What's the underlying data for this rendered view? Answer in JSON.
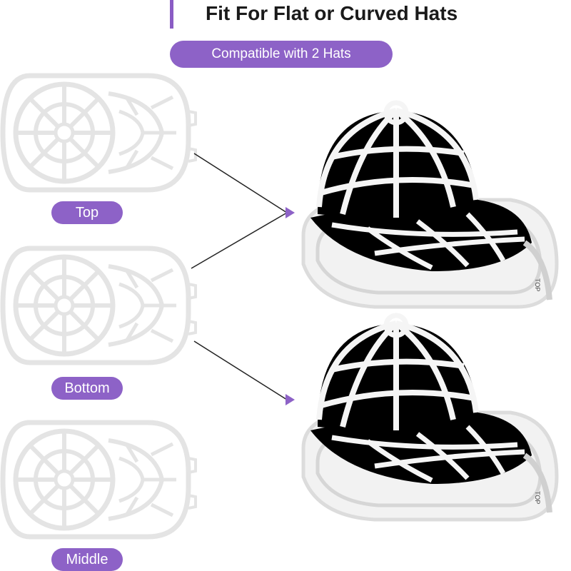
{
  "header": {
    "title": "Fit For Flat or Curved Hats"
  },
  "badge": {
    "label": "Compatible with 2 Hats"
  },
  "frames": [
    {
      "label": "Top"
    },
    {
      "label": "Bottom"
    },
    {
      "label": "Middle"
    }
  ],
  "hats": [
    {
      "color": "#7b3fd0",
      "stamp": "TOP"
    },
    {
      "color": "#f0591d",
      "stamp": "TOP"
    }
  ],
  "colors": {
    "accent": "#8d62c7",
    "frame": "#e6e6e6"
  }
}
